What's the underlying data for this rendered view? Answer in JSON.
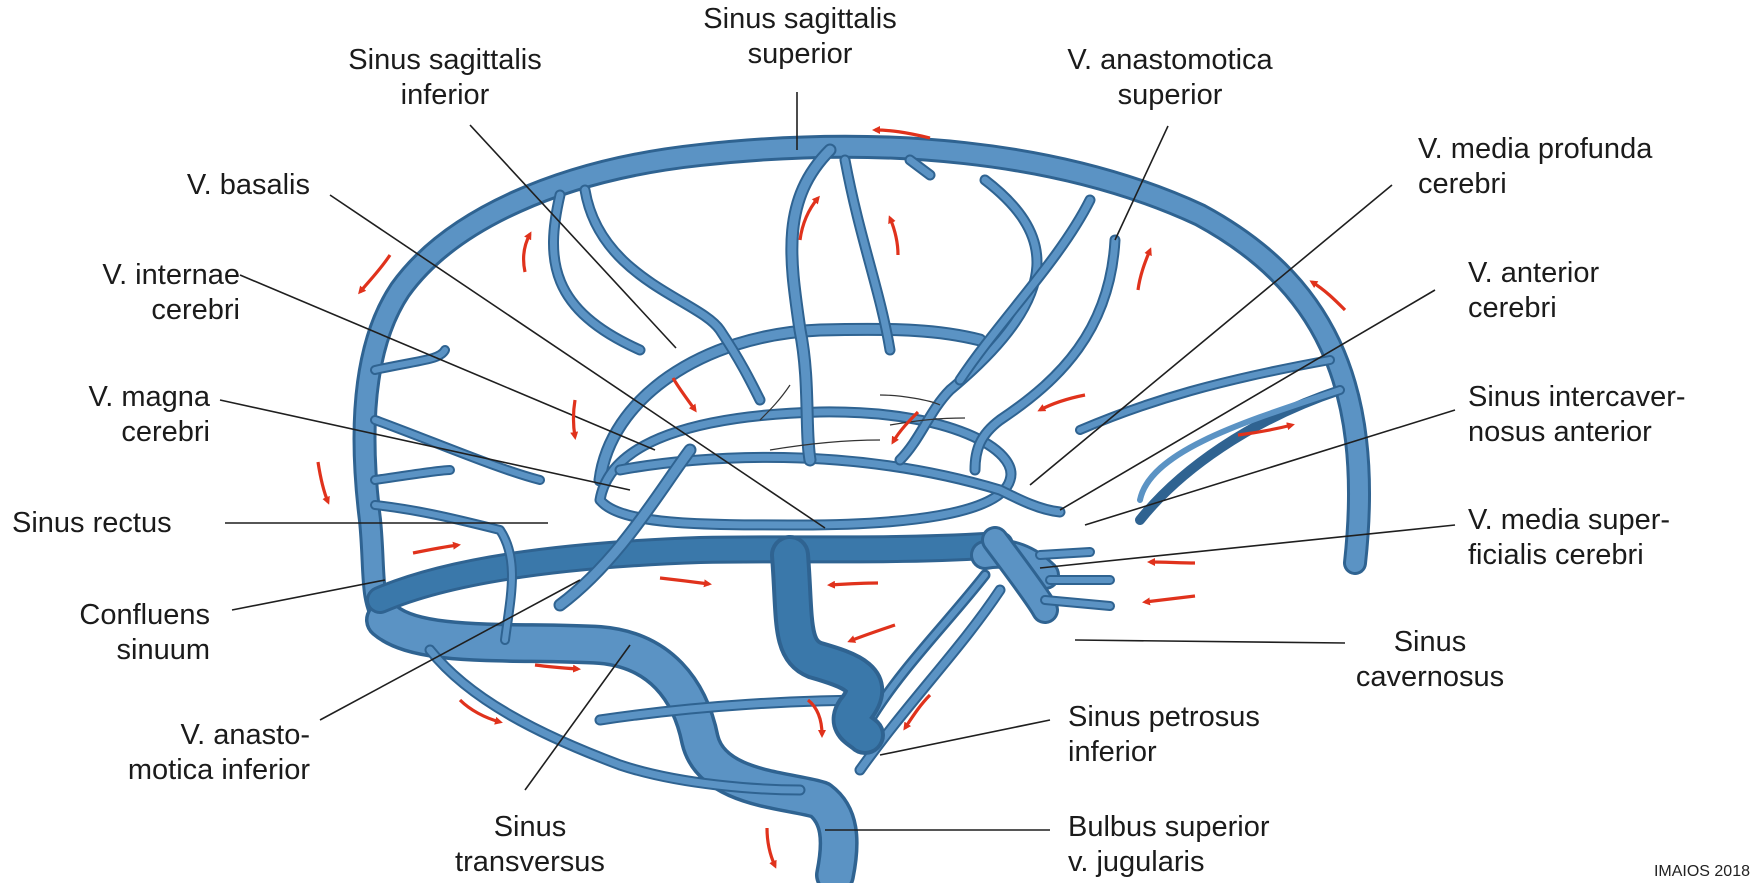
{
  "labels": {
    "sinus_sagittalis_superior": [
      "Sinus sagittalis",
      "superior"
    ],
    "sinus_sagittalis_inferior": [
      "Sinus sagittalis",
      "inferior"
    ],
    "v_anastomotica_superior": [
      "V. anastomotica",
      "superior"
    ],
    "v_basalis": [
      "V. basalis"
    ],
    "v_media_profunda_cerebri": [
      "V. media profunda",
      "cerebri"
    ],
    "v_internae_cerebri": [
      "V. internae",
      "cerebri"
    ],
    "v_anterior_cerebri": [
      "V. anterior",
      "cerebri"
    ],
    "v_magna_cerebri": [
      "V. magna",
      "cerebri"
    ],
    "sinus_intercavernosus_anterior": [
      "Sinus intercaver-",
      "nosus anterior"
    ],
    "sinus_rectus": [
      "Sinus rectus"
    ],
    "v_media_superficialis_cerebri": [
      "V. media super-",
      "ficialis cerebri"
    ],
    "confluens_sinuum": [
      "Confluens",
      "sinuum"
    ],
    "sinus_cavernosus": [
      "Sinus",
      "cavernosus"
    ],
    "sinus_petrosus_inferior": [
      "Sinus petrosus",
      "inferior"
    ],
    "v_anastomotica_inferior": [
      "V. anasto-",
      "motica inferior"
    ],
    "sinus_transversus": [
      "Sinus",
      "transversus"
    ],
    "bulbus_superior_v_jugularis": [
      "Bulbus superior",
      "v. jugularis"
    ]
  },
  "credit": "IMAIOS 2018",
  "colors": {
    "vein": "#5b93c4",
    "vein_edge": "#2f6391",
    "sinus": "#3a78aa",
    "arrow": "#e0321c"
  }
}
